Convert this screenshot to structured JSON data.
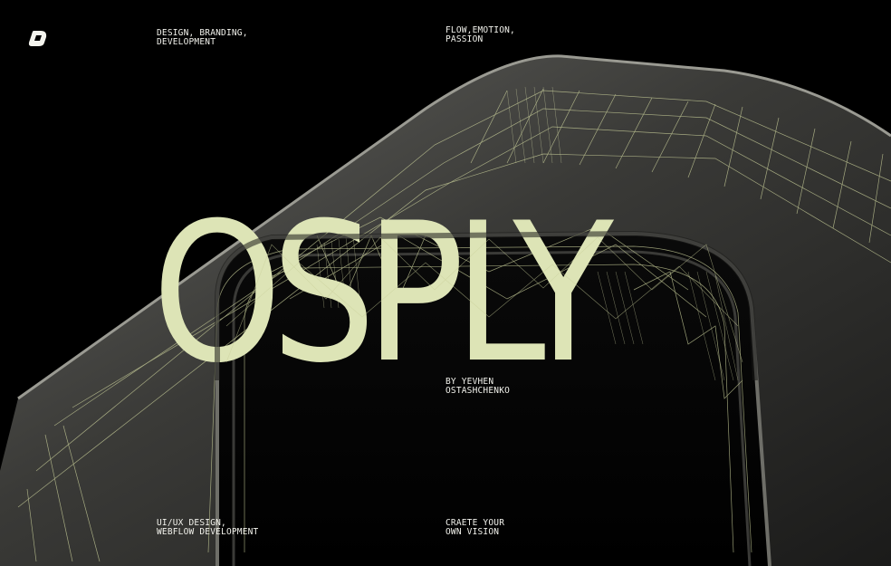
{
  "brand": {
    "logo_icon": "ospl-logo-icon",
    "title": "OSPLY",
    "title_color": "#dde4b6"
  },
  "tagline_top_left": {
    "line1": "DESIGN, BRANDING,",
    "line2": "DEVELOPMENT"
  },
  "tagline_top_right": {
    "line1": "FLOW,EMOTION,",
    "line2": "PASSION"
  },
  "credit": {
    "line1": "BY YEVHEN",
    "line2": "OSTASHCHENKO"
  },
  "services": {
    "line1": "UI/UX DESIGN,",
    "line2": "WEBFLOW DEVELOPMENT"
  },
  "cta": {
    "line1": "CRAETE YOUR",
    "line2": "OWN VISION"
  },
  "colors": {
    "background": "#000000",
    "text": "#f2f2ec",
    "accent": "#dde4b6",
    "wire": "#c9cf9a"
  }
}
